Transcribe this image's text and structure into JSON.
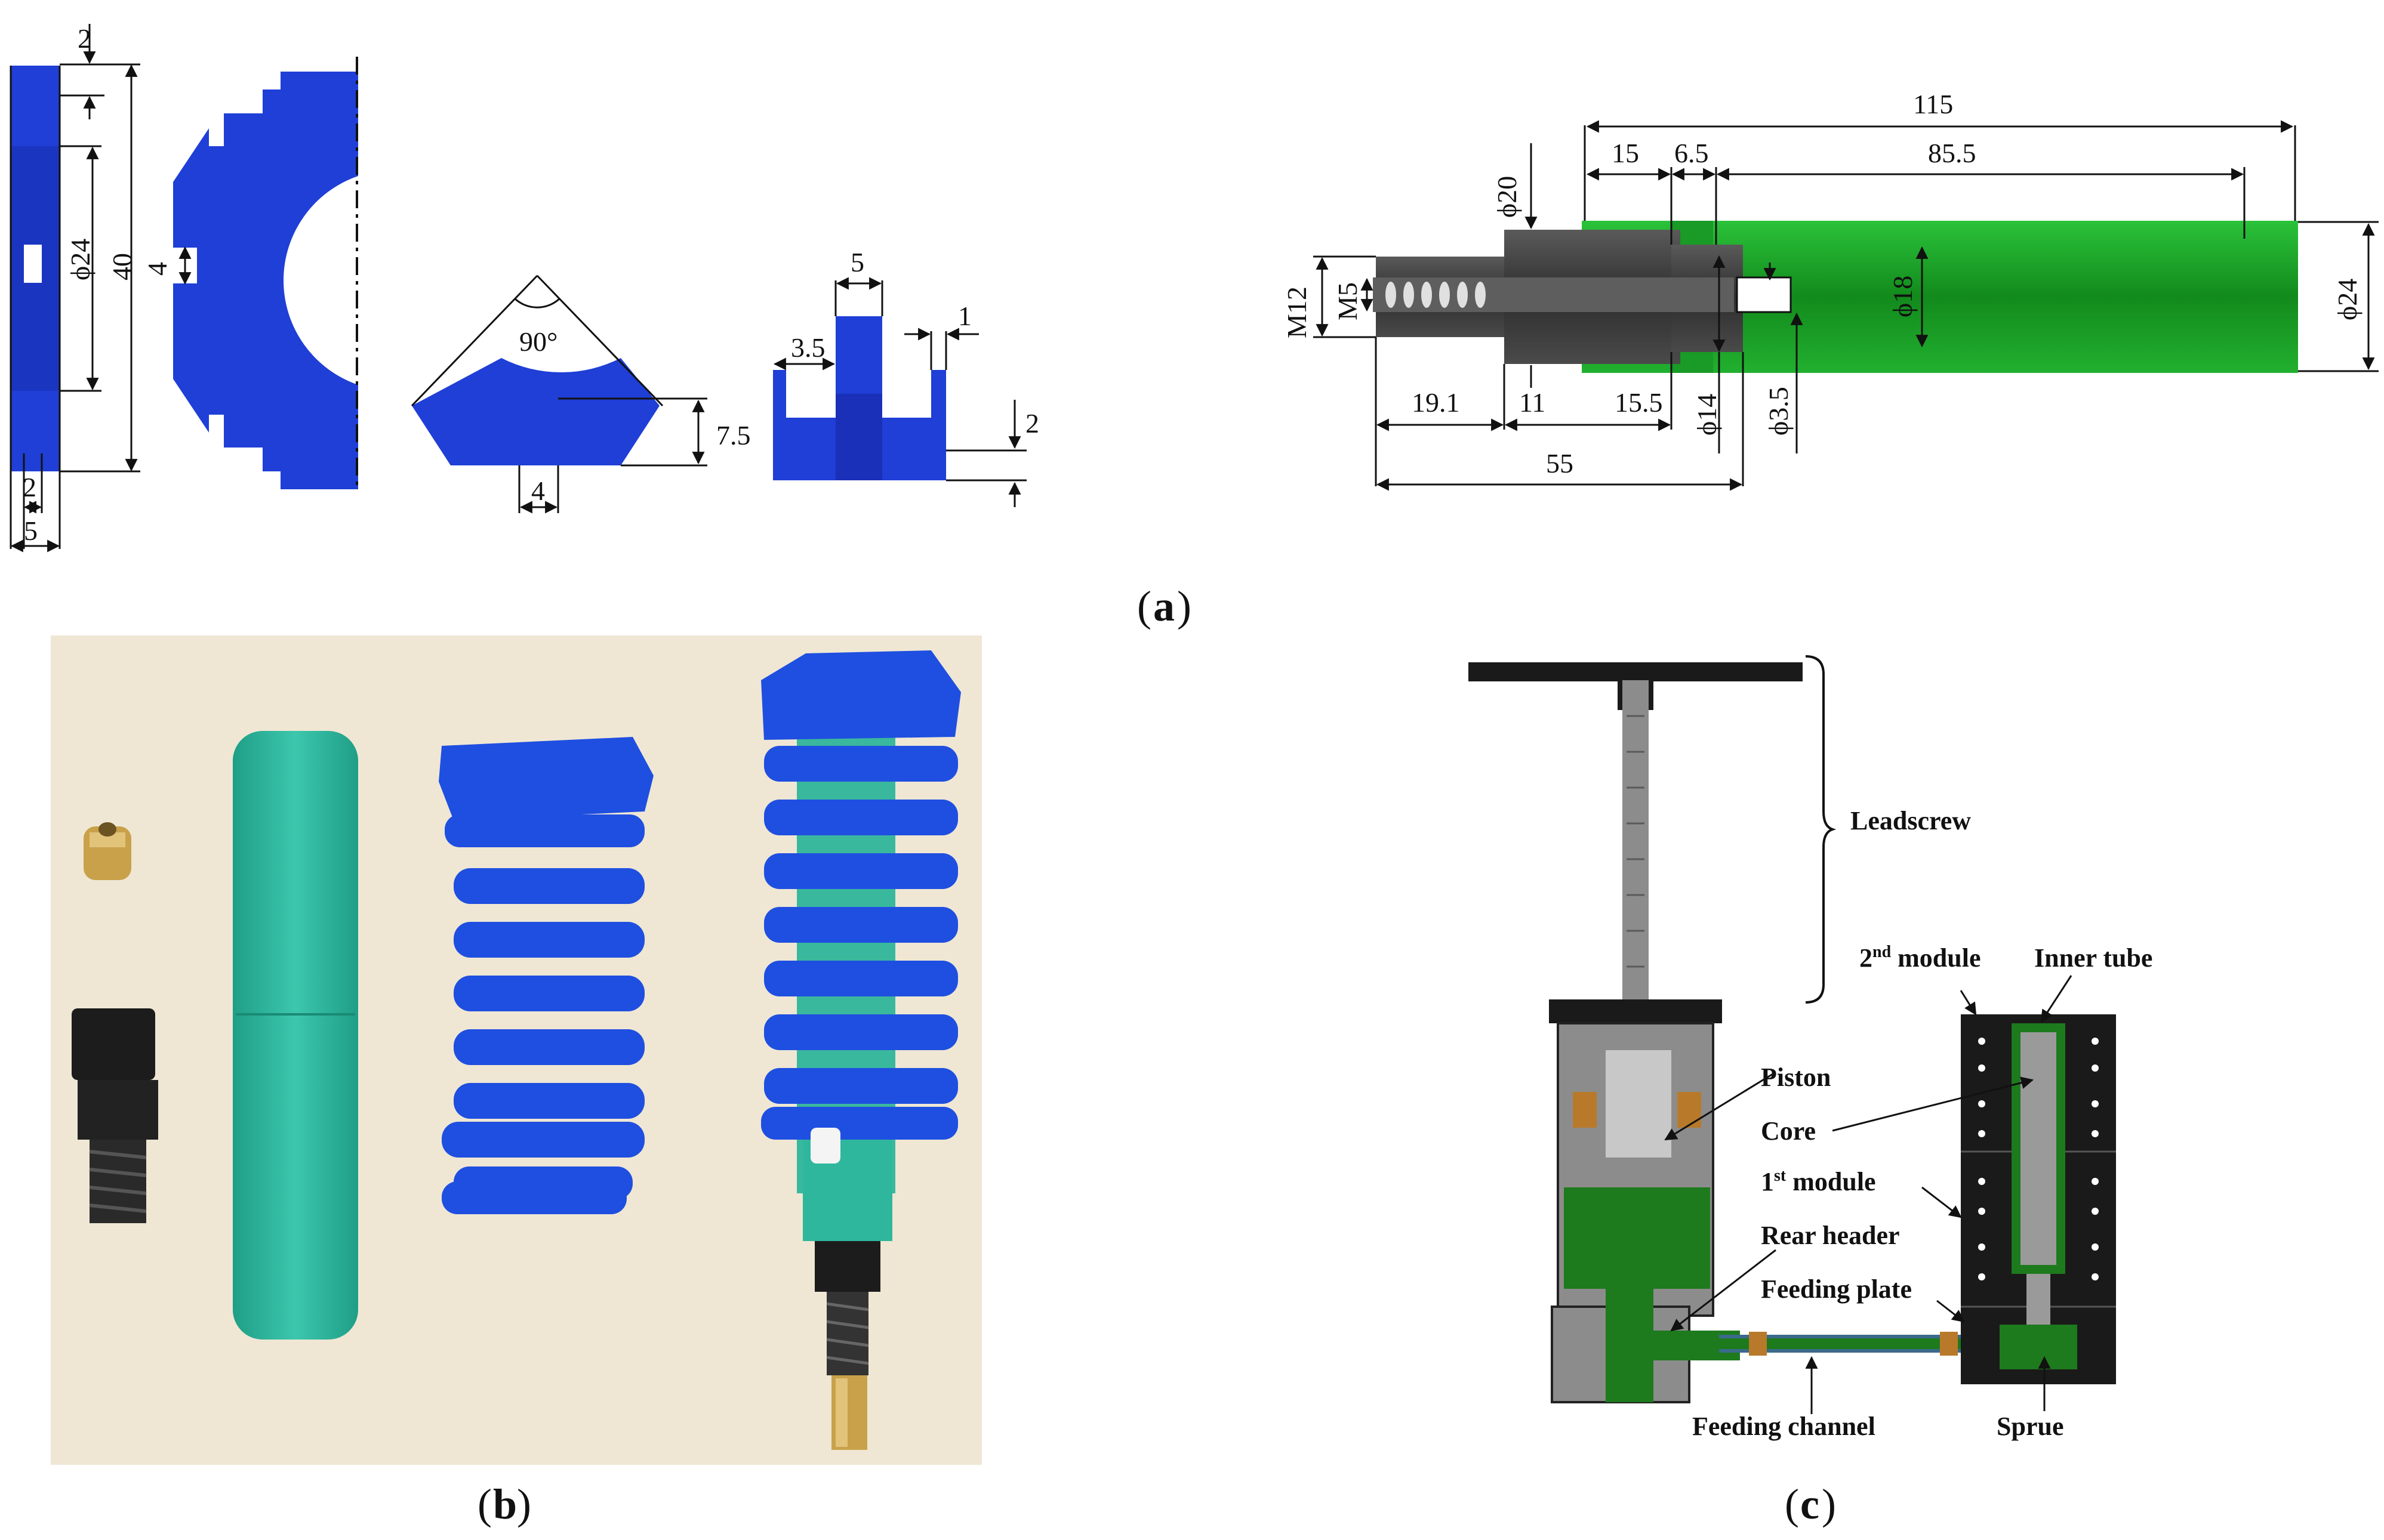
{
  "panel_a": {
    "caption": "a",
    "ring_dims": {
      "d2": "2",
      "d40": "40",
      "d24": "ϕ24",
      "d4": "4",
      "d2b": "2",
      "d5": "5"
    },
    "wedge_dims": {
      "angle": "90°",
      "d7_5": "7.5",
      "d4": "4"
    },
    "channel_dims": {
      "d5": "5",
      "d3_5": "3.5",
      "d1": "1",
      "d2": "2"
    },
    "rod_dims": {
      "d115": "115",
      "d15": "15",
      "d6_5": "6.5",
      "d85_5": "85.5",
      "d20": "ϕ20",
      "m12": "M12",
      "m5": "M5",
      "d18": "ϕ18",
      "d24": "ϕ24",
      "d19_1": "19.1",
      "d11": "11",
      "d15_5": "15.5",
      "d14": "ϕ14",
      "d3_5": "ϕ3.5",
      "d55": "55"
    },
    "colors": {
      "blue_part": "#1f3fd6",
      "green_part": "#1fb02a",
      "dark_part": "#404040"
    }
  },
  "panel_b": {
    "caption": "b",
    "items": [
      "brass-nozzle",
      "black-fitting",
      "teal-tube",
      "blue-ring-stack",
      "assembled-mold"
    ],
    "colors": {
      "background": "#efe7d4",
      "teal": "#2fb79d",
      "blue": "#1f4fe0",
      "black": "#1c1c1c",
      "brass": "#c9a14a"
    }
  },
  "panel_c": {
    "caption": "c",
    "labels": {
      "leadscrew": "Leadscrew",
      "second_module": "2nd module",
      "inner_tube": "Inner tube",
      "piston": "Piston",
      "core": "Core",
      "first_module": "1st module",
      "rear_header": "Rear header",
      "feeding_plate": "Feeding plate",
      "feeding_channel": "Feeding channel",
      "sprue": "Sprue"
    },
    "superscripts": {
      "second": "nd",
      "first": "st"
    },
    "colors": {
      "black": "#1a1a1a",
      "gray": "#8c8c8c",
      "green": "#1d7a1d",
      "brass": "#b87a2a"
    }
  }
}
